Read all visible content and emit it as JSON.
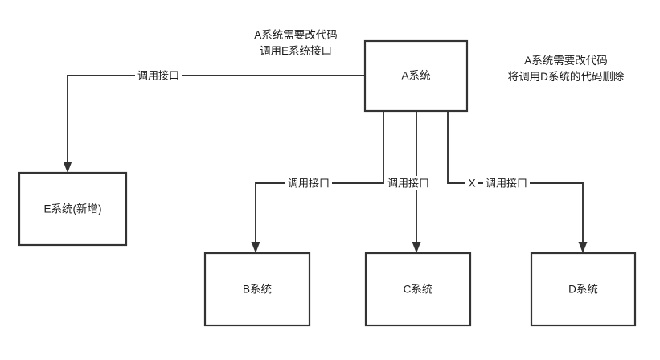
{
  "diagram": {
    "type": "system-architecture-flow",
    "background_color": "#ffffff",
    "line_color": "#333333",
    "text_color": "#1b1b1b",
    "nodes": [
      {
        "id": "A",
        "label": "A系统"
      },
      {
        "id": "E",
        "label": "E系统(新增)"
      },
      {
        "id": "B",
        "label": "B系统"
      },
      {
        "id": "C",
        "label": "C系统"
      },
      {
        "id": "D",
        "label": "D系统"
      }
    ],
    "edges": [
      {
        "id": "a-to-e",
        "from": "A",
        "to": "E",
        "label": "调用接口",
        "marker": ""
      },
      {
        "id": "a-to-b",
        "from": "A",
        "to": "B",
        "label": "调用接口",
        "marker": ""
      },
      {
        "id": "a-to-c",
        "from": "A",
        "to": "C",
        "label": "调用接口",
        "marker": ""
      },
      {
        "id": "a-to-d",
        "from": "A",
        "to": "D",
        "label": "调用接口",
        "marker": "X"
      }
    ],
    "annotations": [
      {
        "id": "annotation-left",
        "line1": "A系统需要改代码",
        "line2": "调用E系统接口"
      },
      {
        "id": "annotation-right",
        "line1": "A系统需要改代码",
        "line2": "将调用D系统的代码删除"
      }
    ],
    "cross_mark": "X"
  }
}
